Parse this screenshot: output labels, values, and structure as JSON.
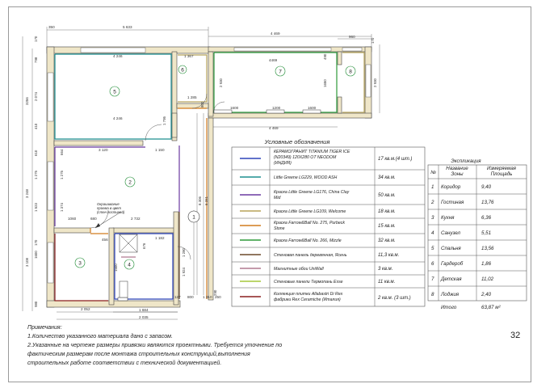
{
  "dims_top": {
    "overall_left": "5 633",
    "overall_right": "4 469",
    "left_start": "350",
    "right_end": "960",
    "right_edge": "170",
    "right_inner": "4469",
    "right_inner_bottom": "4 469",
    "room5_top": "4 246",
    "room5_bottom": "4 246",
    "room6_top": "1 367",
    "v_2930": "2 930",
    "v_1650": "1650",
    "v_490": "490",
    "v_2930b": "2 930",
    "h_1600a": "1600",
    "h_1200": "1200",
    "h_1600b": "1600",
    "h_1285": "1 285",
    "h_3120": "3 120",
    "h_1150": "1 150",
    "v_1795": "1 795",
    "v_800": "800",
    "v_2074": "2 074",
    "v_3256": "3256",
    "v_798": "798",
    "v_410": "410",
    "v_610": "610",
    "v_664": "664",
    "v_1275a": "1 275",
    "v_1275b": "1 275",
    "v_3248": "3 248",
    "v_1374": "1 374",
    "v_1523": "1 523",
    "h_1060": "1060",
    "h_680": "680",
    "h_2732": "2 732",
    "v_8306": "8 306",
    "v_6361": "6 361",
    "h_456": "456",
    "v_1182": "1 182",
    "v_676": "676",
    "v_3108": "3 108",
    "v_1600": "1600",
    "v_1924": "1 924",
    "v_170": "170",
    "v_980": "980",
    "v_1500": "1500",
    "v_1280": "1 280",
    "h_1684": "1 684",
    "h_127": "127",
    "h_800": "800",
    "h_1310": "1 310",
    "h_250": "250",
    "h_2052": "2 052",
    "h_2035": "2 035",
    "v_290": "290",
    "v_170b": "170"
  },
  "rooms": {
    "r1": "1",
    "r2": "2",
    "r3": "3",
    "r4": "4",
    "r5": "5",
    "r6": "6",
    "r7": "7",
    "r8": "8"
  },
  "callout": {
    "line1": "Окрашивание",
    "line2": "проема в цвет",
    "line3": "(стен гостиной)"
  },
  "colors": {
    "ceramic": "#2f44b8",
    "wood_ash": "#1d8f8f",
    "china_clay": "#6a3aa0",
    "welcome": "#b8a45a",
    "purbeck": "#d27c1e",
    "mizzle": "#2e9a3a",
    "wood_panel": "#6b4a2a",
    "wallpaper": "#b07a90",
    "termopan": "#a5c73c",
    "tiles": "#8a1f1f",
    "wall_fill": "#efe6c8"
  },
  "legend": {
    "title": "Условные обозначения",
    "rows": [
      {
        "text1": "КЕРАМОГРАНИТ TITANIUM TIGER ICE",
        "text2": "(N20349) 120Х280 ОТ NEODOM",
        "text3": "(ИНДИЯ)",
        "qty": "17 кв.м.(4 шт.)"
      },
      {
        "text1": "Little Greene LG229, WOOD ASH",
        "text2": "",
        "text3": "",
        "qty": "34 кв.м."
      },
      {
        "text1": "Краска Little Greene LG176, China Clay",
        "text2": "Mid",
        "text3": "",
        "qty": "50 кв.м."
      },
      {
        "text1": "Краска Little Greene LG109, Welcome",
        "text2": "",
        "text3": "",
        "qty": "18  кв.м."
      },
      {
        "text1": "Краска Farrow&Ball No. 275, Purbeck",
        "text2": "Stone",
        "text3": "",
        "qty": "15 кв.м."
      },
      {
        "text1": "Краска Farrow&Ball No. 266, Mizzle",
        "text2": "",
        "text3": "",
        "qty": "32 кв.м."
      },
      {
        "text1": "Стеновая панель деревянная, Ясень",
        "text2": "",
        "text3": "",
        "qty": "11,3 кв.м."
      },
      {
        "text1": "Магнитные обои UniWall",
        "text2": "",
        "text3": "",
        "qty": "3  кв.м."
      },
      {
        "text1": "Стеновые панели Термопань Esse",
        "text2": "",
        "text3": "",
        "qty": "11 кв.м."
      },
      {
        "text1": "Коллекция плитки Allabastri Di Rex",
        "text2": "фабрики Rex Ceramiche (Италия)",
        "text3": "",
        "qty": "2 кв.м. (3 шт.)"
      }
    ]
  },
  "explication": {
    "title": "Экспликация",
    "head_num": "№",
    "head_name1": "Название",
    "head_name2": "Зоны",
    "head_area1": "Измеряемая",
    "head_area2": "Площадь",
    "rows": [
      {
        "n": "1",
        "name": "Коридор",
        "area": "9,40"
      },
      {
        "n": "2",
        "name": "Гостиная",
        "area": "13,76"
      },
      {
        "n": "3",
        "name": "Кухня",
        "area": "6,36"
      },
      {
        "n": "4",
        "name": "Санузел",
        "area": "5,51"
      },
      {
        "n": "5",
        "name": "Спальня",
        "area": "13,56"
      },
      {
        "n": "6",
        "name": "Гардероб",
        "area": "1,86"
      },
      {
        "n": "7",
        "name": "Детская",
        "area": "11,02"
      },
      {
        "n": "8",
        "name": "Лоджия",
        "area": "2,40"
      }
    ],
    "total_label": "Итого",
    "total_value": "63,87 м²"
  },
  "notes": {
    "title": "Примечания:",
    "line1": "1.Количество указанного материала дано с запасом.",
    "line2": "2.Указанные на чертеже размеры привязки являются проектными. Требуется уточнение по",
    "line3": "фактическим размерам после монтажа строительных конструкций,выполнения",
    "line4": "строительных работе соответствии с технической документацией."
  },
  "page_number": "32"
}
